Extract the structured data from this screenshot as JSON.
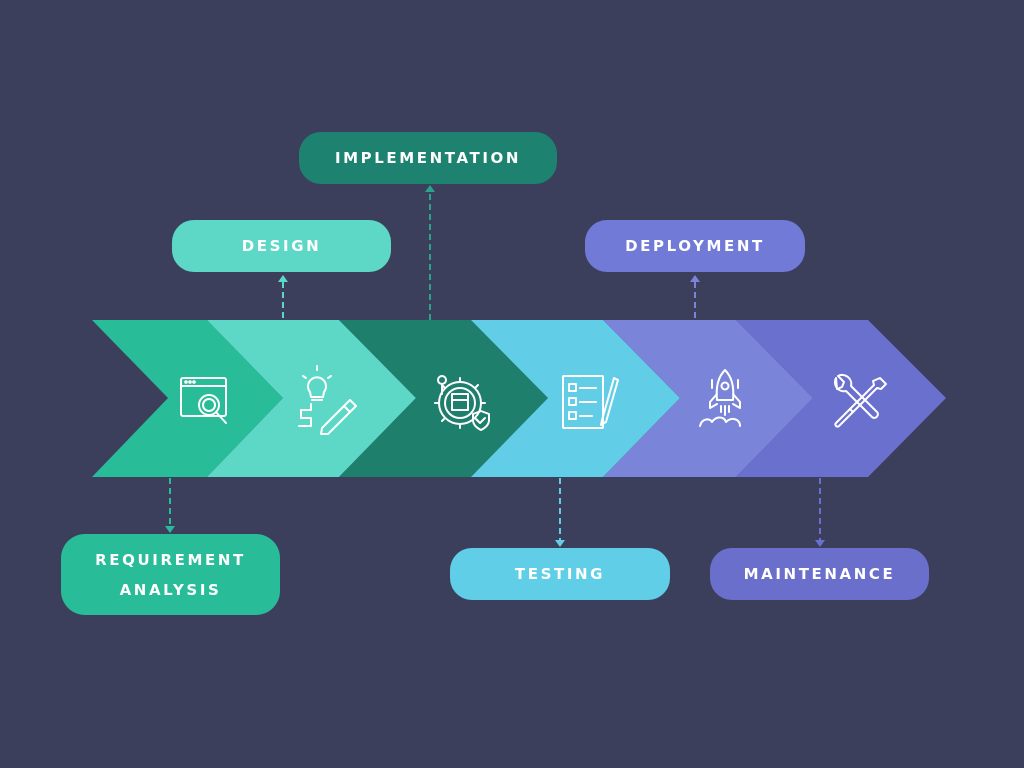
{
  "stages": [
    {
      "id": "requirement",
      "label": "REQUIREMENT\nANALYSIS",
      "icon": "browser-search-icon",
      "color": "#29bc98"
    },
    {
      "id": "design",
      "label": "DESIGN",
      "icon": "lightbulb-pencil-icon",
      "color": "#5dd8c6"
    },
    {
      "id": "implementation",
      "label": "IMPLEMENTATION",
      "icon": "gear-shield-icon",
      "color": "#1d8370"
    },
    {
      "id": "testing",
      "label": "TESTING",
      "icon": "checklist-icon",
      "color": "#61cee8"
    },
    {
      "id": "deployment",
      "label": "DEPLOYMENT",
      "icon": "rocket-icon",
      "color": "#7780d8"
    },
    {
      "id": "maintenance",
      "label": "MAINTENANCE",
      "icon": "wrench-screwdriver-icon",
      "color": "#6a6fcc"
    }
  ],
  "colors": {
    "background": "#3c3f5c",
    "arrow_requirement": "#29bc98",
    "arrow_design": "#5dd8c6",
    "arrow_implementation": "#1f7f6d",
    "arrow_testing": "#62cde7",
    "arrow_deployment": "#7a85da",
    "arrow_maintenance": "#6a70cd",
    "icon_stroke": "#ffffff"
  }
}
